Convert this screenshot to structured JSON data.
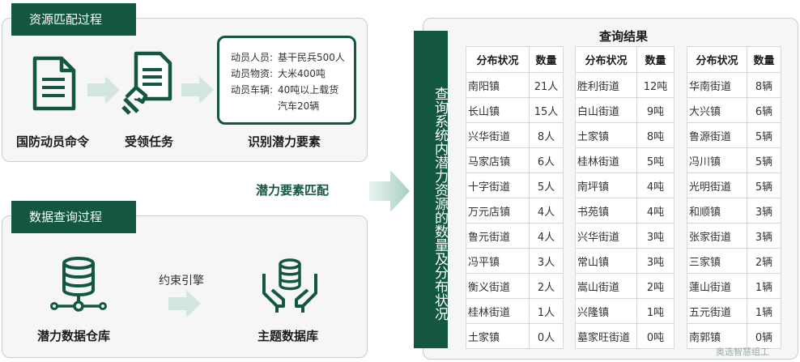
{
  "resource_section": {
    "title": "资源匹配过程",
    "steps": {
      "order": "国防动员命令",
      "task": "受领任务",
      "identify": "识别潜力要素"
    },
    "requirements": {
      "personnel_key": "动员人员:",
      "personnel_val": "基干民兵500人",
      "material_key": "动员物资:",
      "material_val": "大米400吨",
      "vehicle_key": "动员车辆:",
      "vehicle_val_1": "40吨以上载货",
      "vehicle_val_2": "汽车20辆"
    }
  },
  "match_label": "潜力要素匹配",
  "data_section": {
    "title": "数据查询过程",
    "warehouse": "潜力数据仓库",
    "constraint": "约束引擎",
    "topic_db": "主题数据库"
  },
  "banner": "查询系统内潜力资源的数量及分布状况",
  "result": {
    "title": "查询结果",
    "header_place": "分布状况",
    "header_qty": "数量",
    "people": [
      [
        "南阳镇",
        "21人"
      ],
      [
        "长山镇",
        "15人"
      ],
      [
        "兴华街道",
        "8人"
      ],
      [
        "马家店镇",
        "6人"
      ],
      [
        "十字街道",
        "5人"
      ],
      [
        "万元店镇",
        "4人"
      ],
      [
        "鲁元街道",
        "4人"
      ],
      [
        "冯平镇",
        "3人"
      ],
      [
        "衡义街道",
        "2人"
      ],
      [
        "桂林街道",
        "1人"
      ],
      [
        "土家镇",
        "0人"
      ]
    ],
    "goods": [
      [
        "胜利街道",
        "12吨"
      ],
      [
        "白山街道",
        "9吨"
      ],
      [
        "土家镇",
        "8吨"
      ],
      [
        "桂林街道",
        "5吨"
      ],
      [
        "南坪镇",
        "4吨"
      ],
      [
        "书苑镇",
        "4吨"
      ],
      [
        "兴华街道",
        "3吨"
      ],
      [
        "常山镇",
        "3吨"
      ],
      [
        "嵩山街道",
        "2吨"
      ],
      [
        "兴隆镇",
        "1吨"
      ],
      [
        "墓家旺街道",
        "0吨"
      ]
    ],
    "vehicles": [
      [
        "华南街道",
        "8辆"
      ],
      [
        "大兴镇",
        "6辆"
      ],
      [
        "鲁源街道",
        "5辆"
      ],
      [
        "冯川镇",
        "5辆"
      ],
      [
        "光明街道",
        "5辆"
      ],
      [
        "和顺镇",
        "3辆"
      ],
      [
        "张家街道",
        "3辆"
      ],
      [
        "三家镇",
        "2辆"
      ],
      [
        "蓮山街道",
        "1辆"
      ],
      [
        "五元街道",
        "1辆"
      ],
      [
        "南郭镇",
        "0辆"
      ]
    ]
  },
  "watermark": "奥选智慧组工",
  "colors": {
    "primary": "#13573f",
    "arrow": "#b7d6cb"
  }
}
